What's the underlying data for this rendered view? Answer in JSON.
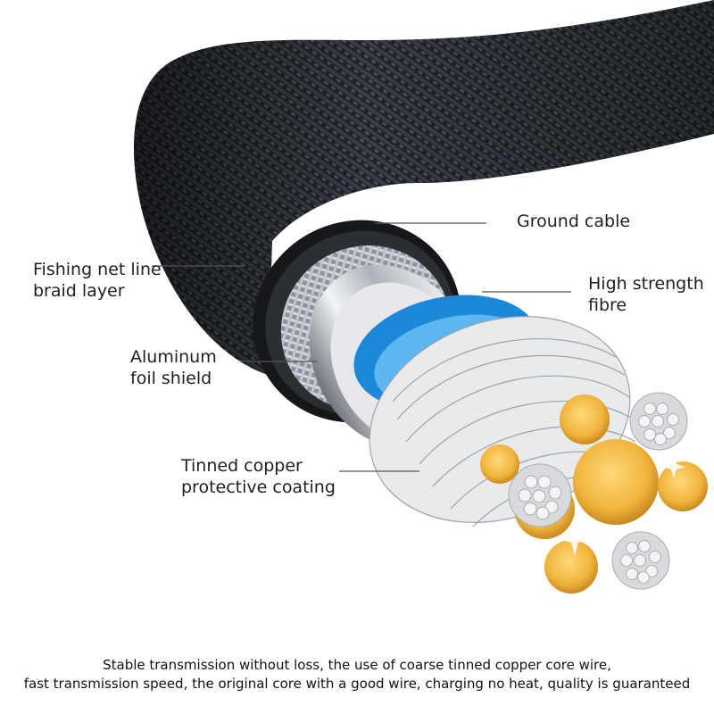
{
  "labels": {
    "ground_cable": "Ground cable",
    "fishing_net_line1": "Fishing net line",
    "fishing_net_line2": "braid layer",
    "high_strength_line1": "High strength",
    "high_strength_line2": "fibre",
    "aluminum_line1": "Aluminum",
    "aluminum_line2": "foil shield",
    "tinned_line1": "Tinned copper",
    "tinned_line2": "protective coating"
  },
  "caption": {
    "line1": "Stable transmission without loss, the use of coarse tinned copper core wire,",
    "line2": "fast transmission speed, the original core with a good wire, charging no heat, quality is guaranteed"
  },
  "colors": {
    "jacket": "#23262b",
    "braid": "#b8bcc3",
    "foil": "#d9dde2",
    "fibre": "#1e88d8",
    "insulation_red": "#d42a1f",
    "copper_gold": "#f0b43c",
    "tinned_silver": "#e9eaec",
    "leader": "#555555"
  }
}
